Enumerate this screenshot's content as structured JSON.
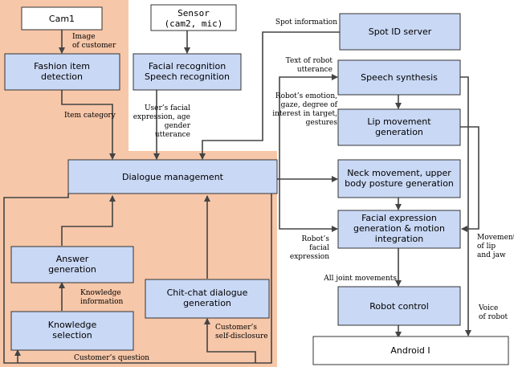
{
  "nodes": {
    "cam1": [
      "Cam1"
    ],
    "sensor": [
      "Sensor",
      "(cam2, mic)"
    ],
    "fashion": [
      "Fashion item",
      "detection"
    ],
    "facial_speech": [
      "Facial recognition",
      "Speech recognition"
    ],
    "dialogue": [
      "Dialogue management"
    ],
    "answer": [
      "Answer",
      "generation"
    ],
    "knowledge": [
      "Knowledge",
      "selection"
    ],
    "chitchat": [
      "Chit-chat dialogue",
      "generation"
    ],
    "spot_server": [
      "Spot ID server"
    ],
    "speech_synth": [
      "Speech synthesis"
    ],
    "lip": [
      "Lip movement",
      "generation"
    ],
    "neck": [
      "Neck movement, upper",
      "body posture generation"
    ],
    "facial_expr": [
      "Facial expression",
      "generation & motion",
      "integration"
    ],
    "robot_control": [
      "Robot control"
    ],
    "android": [
      "Android I"
    ]
  },
  "annotations": {
    "image_of_customer": [
      "Image",
      "of customer"
    ],
    "item_category": [
      "Item category"
    ],
    "users_facial": [
      "User’s facial",
      "expression, age",
      "gender",
      "utterance"
    ],
    "spot_information": [
      "Spot information"
    ],
    "text_of_robot": [
      "Text of robot",
      "utterance"
    ],
    "robots_emotion": [
      "Robot’s emotion,",
      "gaze, degree of",
      "interest in target,",
      "gestures"
    ],
    "robots_facial": [
      "Robot’s",
      "facial",
      "expression"
    ],
    "movements_lip": [
      "Movements",
      "of lip",
      "and jaw"
    ],
    "all_joint": [
      "All joint movements"
    ],
    "voice_of_robot": [
      "Voice",
      "of robot"
    ],
    "knowledge_information": [
      "Knowledge",
      "information"
    ],
    "customers_question": [
      "Customer’s question"
    ],
    "customers_self": [
      "Customer’s",
      "self-disclosure"
    ]
  }
}
